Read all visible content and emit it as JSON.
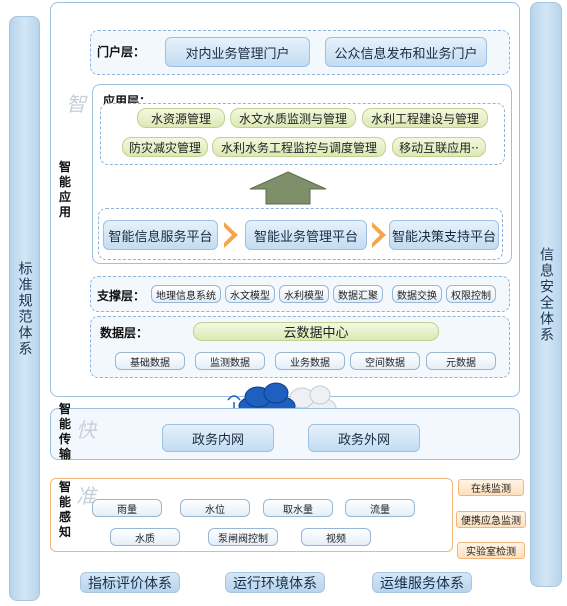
{
  "side_left": "标准规范体系",
  "side_right": "信息安全体系",
  "portal": {
    "label": "门户层：",
    "items": [
      "对内业务管理门户",
      "公众信息发布和业务门户"
    ]
  },
  "smart_app": {
    "vlabel": "智能应用",
    "watermark": "智",
    "app_layer": {
      "label": "应用层：",
      "row1": [
        "水资源管理",
        "水文水质监测与管理",
        "水利工程建设与管理"
      ],
      "row2": [
        "防灾减灾管理",
        "水利水务工程监控与调度管理",
        "移动互联应用··"
      ]
    },
    "platforms": [
      "智能信息服务平台",
      "智能业务管理平台",
      "智能决策支持平台"
    ],
    "support": {
      "label": "支撑层：",
      "items": [
        "地理信息系统",
        "水文模型",
        "水利模型",
        "数据汇聚",
        "数据交换",
        "权限控制"
      ]
    },
    "data_layer": {
      "label": "数据层：",
      "center": "云数据中心",
      "items": [
        "基础数据",
        "监测数据",
        "业务数据",
        "空间数据",
        "元数据"
      ]
    }
  },
  "smart_transmit": {
    "vlabel": "智能传输",
    "watermark": "快",
    "items": [
      "政务内网",
      "政务外网"
    ]
  },
  "smart_sense": {
    "vlabel": "智能感知",
    "watermark": "准",
    "row1": [
      "雨量",
      "水位",
      "取水量",
      "流量"
    ],
    "row2": [
      "水质",
      "泵闸阀控制",
      "视频"
    ]
  },
  "monitor": [
    "在线监测",
    "便携应急监测",
    "实验室检测"
  ],
  "bottom": [
    "指标评价体系",
    "运行环境体系",
    "运维服务体系"
  ]
}
